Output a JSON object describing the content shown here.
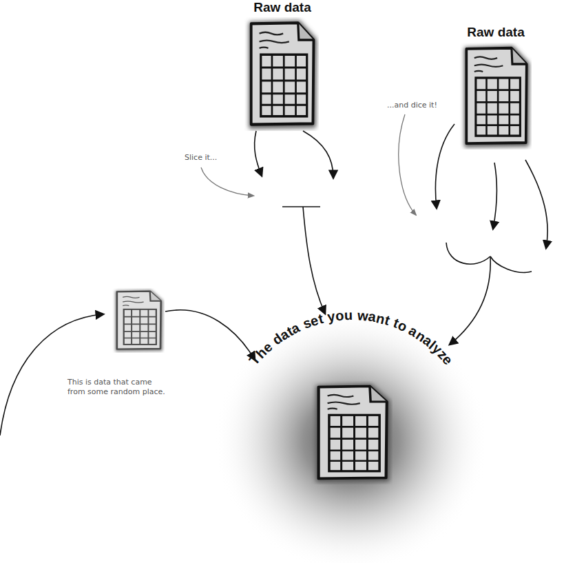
{
  "diagram": {
    "nodes": [
      {
        "text": [
          "Raw data"
        ]
      },
      {
        "text": [
          "Raw data"
        ]
      },
      {
        "text": [
          "The data set you want to analyze"
        ]
      }
    ],
    "labels": [
      "Slice it...",
      "...and dice it!",
      "This is data that came from some random place."
    ]
  }
}
